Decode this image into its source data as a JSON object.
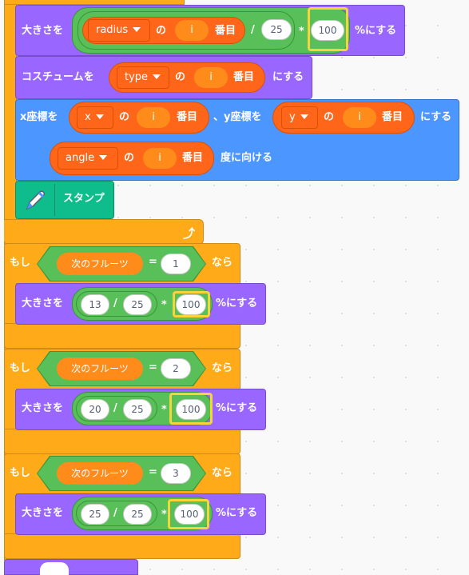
{
  "blocks": {
    "set_size_1": {
      "label": "大きさを",
      "reporter": "radius",
      "no": "の",
      "var": "i",
      "ban": "番目",
      "div": "/",
      "denom": "25",
      "mul": "*",
      "num": "100",
      "suffix": "%にする"
    },
    "costume": {
      "label": "コスチュームを",
      "reporter": "type",
      "no": "の",
      "var": "i",
      "ban": "番目",
      "suffix": "にする"
    },
    "xy": {
      "label": "x座標を",
      "x_reporter": "x",
      "no1": "の",
      "var1": "i",
      "ban1": "番目",
      "mid": "、y座標を",
      "y_reporter": "y",
      "no2": "の",
      "var2": "i",
      "ban2": "番目",
      "suffix": "にする"
    },
    "angle": {
      "reporter": "angle",
      "no": "の",
      "var": "i",
      "ban": "番目",
      "suffix": "度に向ける"
    },
    "stamp": {
      "label": "スタンプ",
      "icon": "pen-icon"
    }
  },
  "ifs": [
    {
      "if": "もし",
      "var": "次のフルーツ",
      "eq": "=",
      "value": "1",
      "then": "なら",
      "set_label": "大きさを",
      "a": "13",
      "div": "/",
      "b": "25",
      "mul": "*",
      "c": "100",
      "suffix": "%にする"
    },
    {
      "if": "もし",
      "var": "次のフルーツ",
      "eq": "=",
      "value": "2",
      "then": "なら",
      "set_label": "大きさを",
      "a": "20",
      "div": "/",
      "b": "25",
      "mul": "*",
      "c": "100",
      "suffix": "%にする"
    },
    {
      "if": "もし",
      "var": "次のフルーツ",
      "eq": "=",
      "value": "3",
      "then": "なら",
      "set_label": "大きさを",
      "a": "25",
      "div": "/",
      "b": "25",
      "mul": "*",
      "c": "100",
      "suffix": "%にする"
    }
  ],
  "colors": {
    "control": "#FFAB19",
    "looks": "#9966FF",
    "motion": "#4C97FF",
    "operators": "#59C059",
    "variables": "#FF8C1A",
    "list": "#FF661A",
    "pen": "#0FBD8C",
    "highlight": "#F5D53A"
  }
}
